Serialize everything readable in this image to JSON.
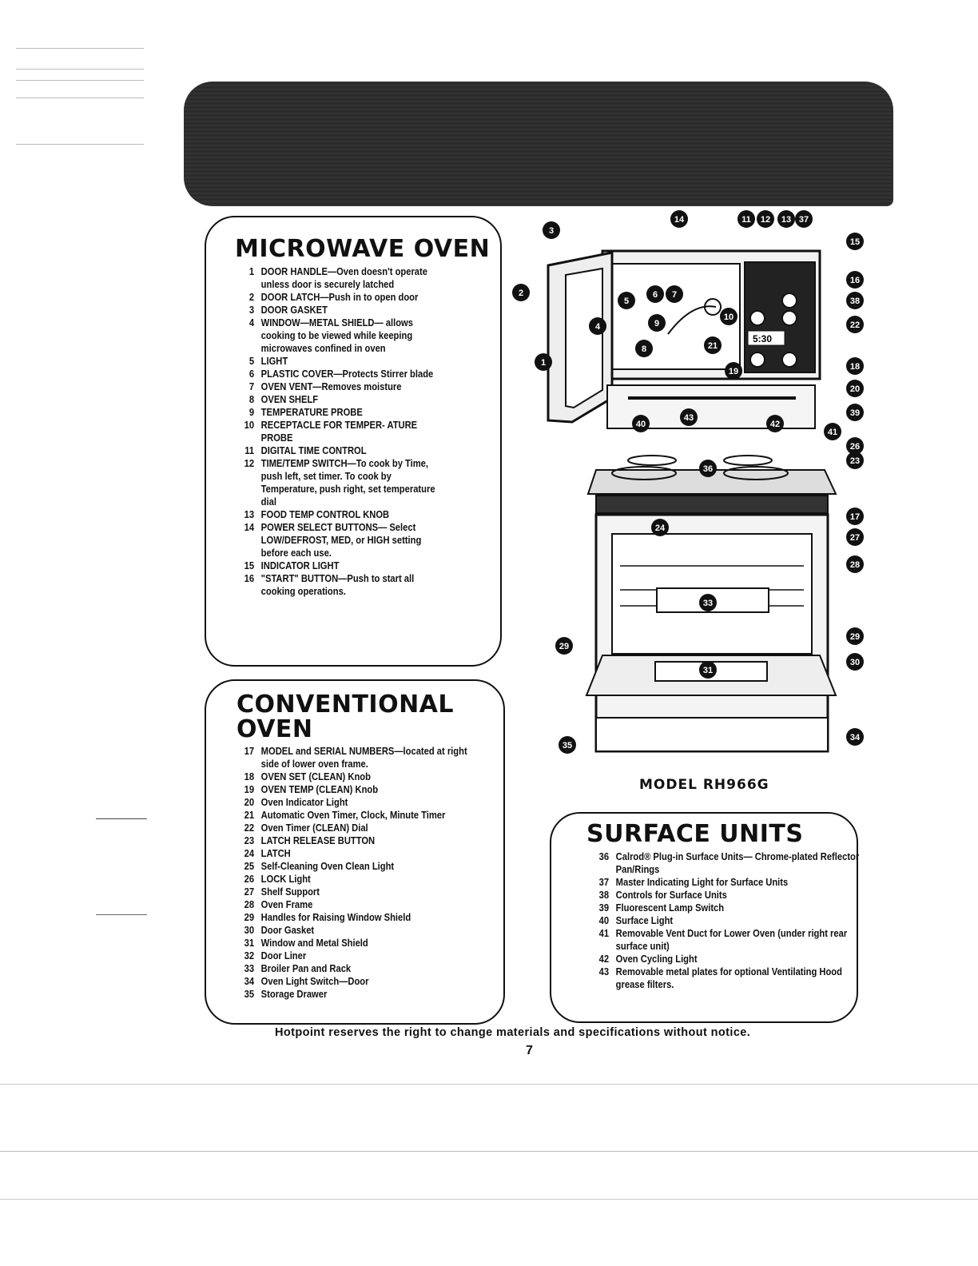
{
  "microwave_section": {
    "title": "MICROWAVE OVEN",
    "items": [
      {
        "num": "1",
        "text": "DOOR HANDLE—Oven doesn't operate unless door is securely latched"
      },
      {
        "num": "2",
        "text": "DOOR LATCH—Push in to open door"
      },
      {
        "num": "3",
        "text": "DOOR GASKET"
      },
      {
        "num": "4",
        "text": "WINDOW—METAL SHIELD— allows cooking to be viewed while keeping microwaves confined in oven"
      },
      {
        "num": "5",
        "text": "LIGHT"
      },
      {
        "num": "6",
        "text": "PLASTIC COVER—Protects Stirrer blade"
      },
      {
        "num": "7",
        "text": "OVEN VENT—Removes moisture"
      },
      {
        "num": "8",
        "text": "OVEN SHELF"
      },
      {
        "num": "9",
        "text": "TEMPERATURE PROBE"
      },
      {
        "num": "10",
        "text": "RECEPTACLE FOR TEMPER- ATURE PROBE"
      },
      {
        "num": "11",
        "text": "DIGITAL TIME CONTROL"
      },
      {
        "num": "12",
        "text": "TIME/TEMP SWITCH—To cook by Time, push left, set timer. To cook by Temperature, push right, set temperature dial"
      },
      {
        "num": "13",
        "text": "FOOD TEMP CONTROL KNOB"
      },
      {
        "num": "14",
        "text": "POWER SELECT BUTTONS— Select LOW/DEFROST, MED, or HIGH setting before each use."
      },
      {
        "num": "15",
        "text": "INDICATOR LIGHT"
      },
      {
        "num": "16",
        "text": "\"START\" BUTTON—Push to start all cooking operations."
      }
    ]
  },
  "conventional_section": {
    "title": "CONVENTIONAL OVEN",
    "items": [
      {
        "num": "17",
        "text": "MODEL and SERIAL NUMBERS—located at right side of lower oven frame."
      },
      {
        "num": "18",
        "text": "OVEN SET (CLEAN) Knob"
      },
      {
        "num": "19",
        "text": "OVEN TEMP (CLEAN) Knob"
      },
      {
        "num": "20",
        "text": "Oven Indicator Light"
      },
      {
        "num": "21",
        "text": "Automatic Oven Timer, Clock, Minute Timer"
      },
      {
        "num": "22",
        "text": "Oven Timer (CLEAN) Dial"
      },
      {
        "num": "23",
        "text": "LATCH RELEASE BUTTON"
      },
      {
        "num": "24",
        "text": "LATCH"
      },
      {
        "num": "25",
        "text": "Self-Cleaning Oven Clean Light"
      },
      {
        "num": "26",
        "text": "LOCK Light"
      },
      {
        "num": "27",
        "text": "Shelf Support"
      },
      {
        "num": "28",
        "text": "Oven Frame"
      },
      {
        "num": "29",
        "text": "Handles for Raising Window Shield"
      },
      {
        "num": "30",
        "text": "Door Gasket"
      },
      {
        "num": "31",
        "text": "Window and Metal Shield"
      },
      {
        "num": "32",
        "text": "Door Liner"
      },
      {
        "num": "33",
        "text": "Broiler Pan and Rack"
      },
      {
        "num": "34",
        "text": "Oven Light Switch—Door"
      },
      {
        "num": "35",
        "text": "Storage Drawer"
      }
    ]
  },
  "surface_section": {
    "title": "SURFACE UNITS",
    "items": [
      {
        "num": "36",
        "text": "Calrod® Plug-in Surface Units— Chrome-plated Reflector Pan/Rings"
      },
      {
        "num": "37",
        "text": "Master Indicating Light for Surface Units"
      },
      {
        "num": "38",
        "text": "Controls for Surface Units"
      },
      {
        "num": "39",
        "text": "Fluorescent Lamp Switch"
      },
      {
        "num": "40",
        "text": "Surface Light"
      },
      {
        "num": "41",
        "text": "Removable Vent Duct for Lower Oven (under right rear surface unit)"
      },
      {
        "num": "42",
        "text": "Oven Cycling Light"
      },
      {
        "num": "43",
        "text": "Removable metal plates for optional Ventilating Hood grease filters."
      }
    ]
  },
  "diagram": {
    "timer_display": "5:30",
    "callouts": [
      "1",
      "2",
      "3",
      "4",
      "5",
      "6",
      "7",
      "8",
      "9",
      "10",
      "11",
      "12",
      "13",
      "14",
      "15",
      "16",
      "17",
      "18",
      "19",
      "20",
      "21",
      "22",
      "23",
      "24",
      "26",
      "27",
      "28",
      "29",
      "29",
      "30",
      "31",
      "33",
      "34",
      "35",
      "36",
      "37",
      "38",
      "39",
      "40",
      "41",
      "42",
      "43"
    ]
  },
  "model_label": "MODEL RH966G",
  "footer_note": "Hotpoint reserves the right to change materials and specifications without notice.",
  "page_number": "7"
}
